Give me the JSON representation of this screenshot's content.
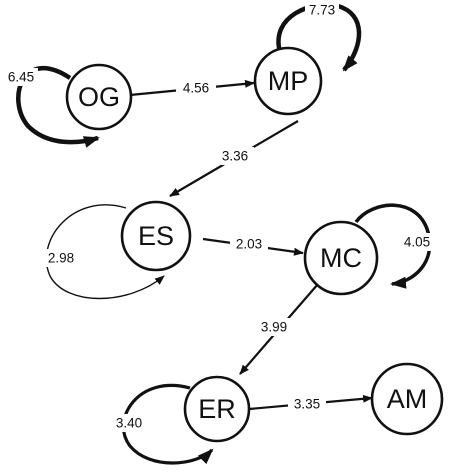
{
  "nodes": {
    "og": "OG",
    "mp": "MP",
    "es": "ES",
    "mc": "MC",
    "er": "ER",
    "am": "AM"
  },
  "edges": {
    "og_mp": "4.56",
    "mp_es": "3.36",
    "es_mc": "2.03",
    "mc_er": "3.99",
    "er_am": "3.35"
  },
  "loops": {
    "og": "6.45",
    "mp": "7.73",
    "es": "2.98",
    "mc": "4.05",
    "er": "3.40"
  },
  "colors": {
    "stroke": "#111111",
    "background": "#ffffff"
  }
}
